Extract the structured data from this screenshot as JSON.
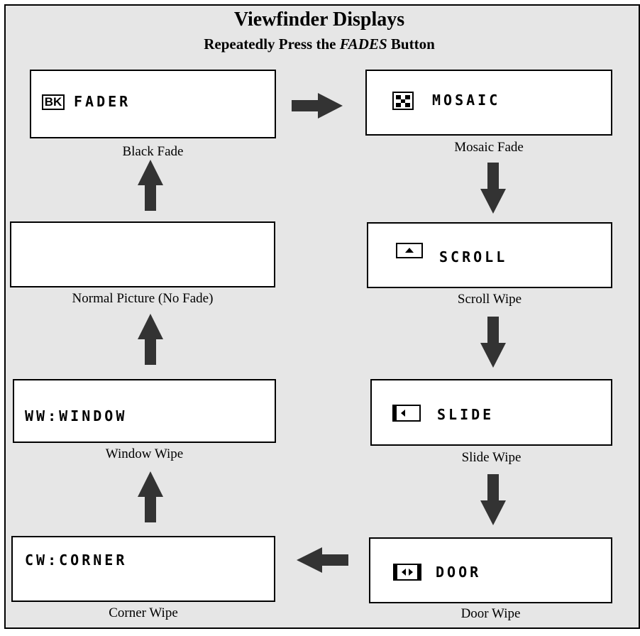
{
  "title": "Viewfinder Displays",
  "subtitle": {
    "before": "Repeatedly Press the ",
    "emphasis": "FADES",
    "after": " Button"
  },
  "modes": {
    "black_fade": {
      "display": "FADER",
      "caption": "Black Fade",
      "icon": "black-fade-icon",
      "icon_text": "BK"
    },
    "mosaic_fade": {
      "display": "MOSAIC",
      "caption": "Mosaic Fade",
      "icon": "mosaic-icon"
    },
    "scroll_wipe": {
      "display": "SCROLL",
      "caption": "Scroll Wipe",
      "icon": "scroll-icon"
    },
    "slide_wipe": {
      "display": "SLIDE",
      "caption": "Slide Wipe",
      "icon": "slide-icon"
    },
    "door_wipe": {
      "display": "DOOR",
      "caption": "Door Wipe",
      "icon": "door-icon"
    },
    "corner_wipe": {
      "display": "CW:CORNER",
      "caption": "Corner Wipe"
    },
    "window_wipe": {
      "display": "WW:WINDOW",
      "caption": "Window Wipe"
    },
    "normal_picture": {
      "display": "",
      "caption": "Normal Picture (No Fade)"
    }
  },
  "colors": {
    "background": "#e6e6e6",
    "border": "#000000",
    "box": "#ffffff",
    "arrow": "#333333"
  }
}
